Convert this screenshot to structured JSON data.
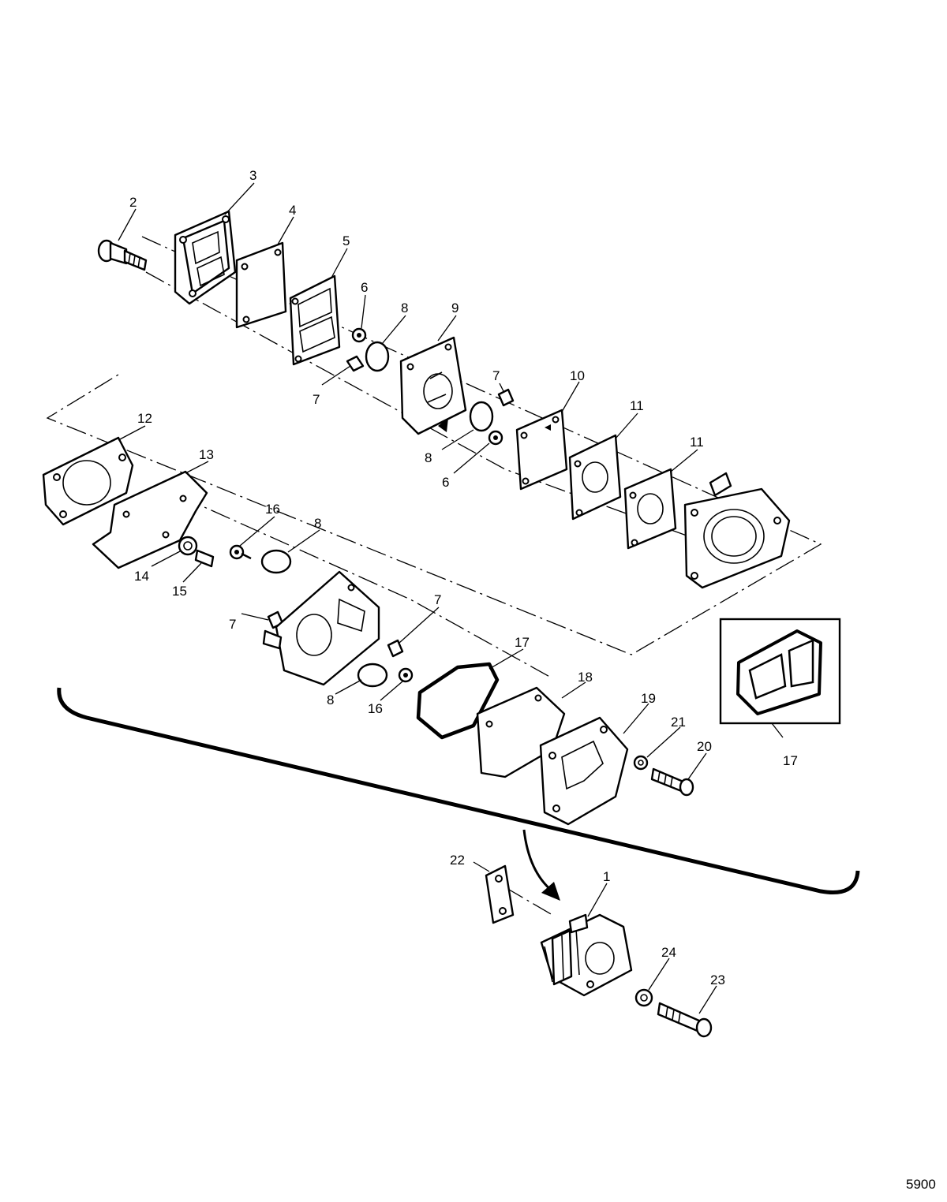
{
  "callouts": {
    "c1": "1",
    "c2": "2",
    "c3": "3",
    "c4": "4",
    "c5": "5",
    "c6a": "6",
    "c6b": "6",
    "c7a": "7",
    "c7b": "7",
    "c7c": "7",
    "c7d": "7",
    "c8a": "8",
    "c8b": "8",
    "c8c": "8",
    "c8d": "8",
    "c9": "9",
    "c10": "10",
    "c11a": "11",
    "c11b": "11",
    "c12": "12",
    "c13": "13",
    "c14": "14",
    "c15": "15",
    "c16a": "16",
    "c16b": "16",
    "c17a": "17",
    "c17b": "17",
    "c18": "18",
    "c19": "19",
    "c20": "20",
    "c21": "21",
    "c22": "22",
    "c23": "23",
    "c24": "24"
  },
  "figure_number": "5900"
}
